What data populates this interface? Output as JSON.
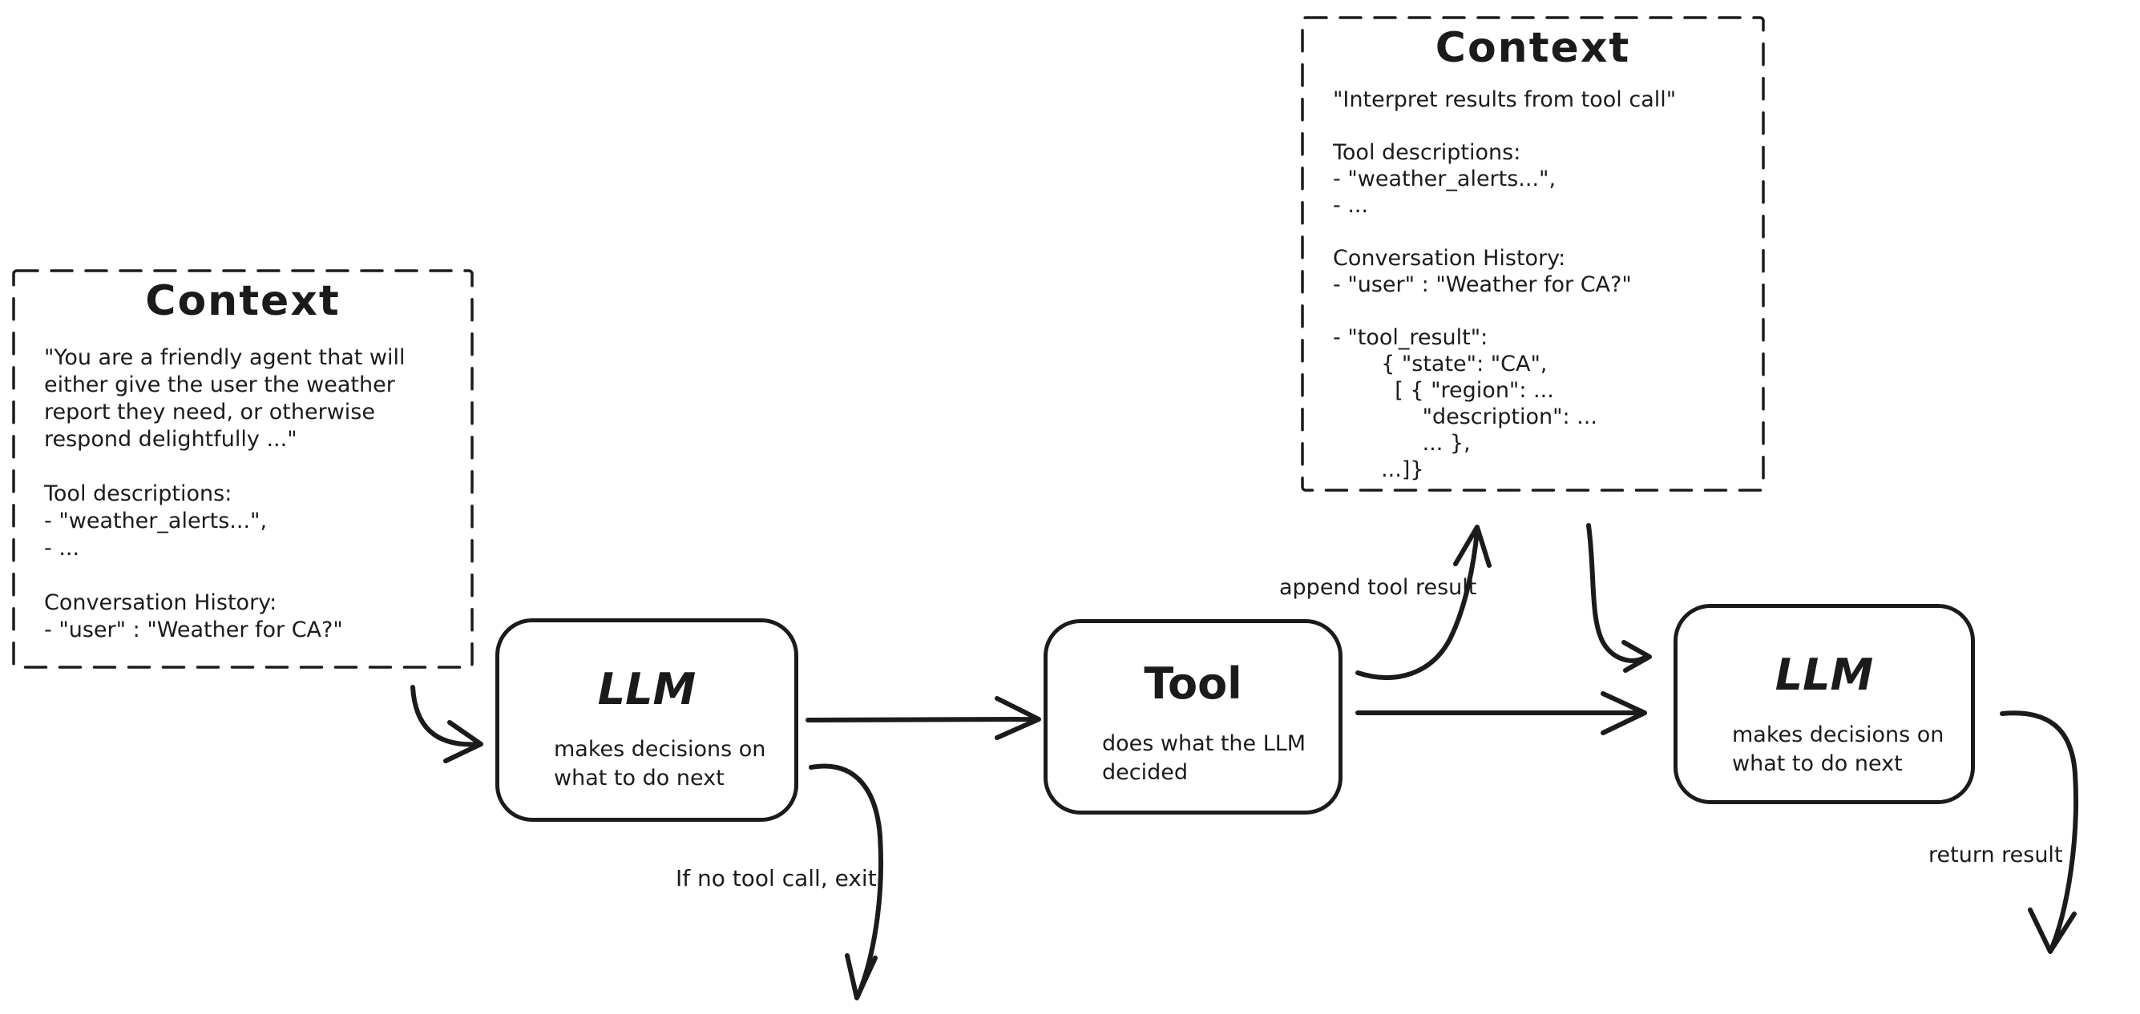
{
  "diagram": {
    "colors": {
      "ink": "#1b1b1b",
      "background": "#ffffff"
    },
    "context_left": {
      "title": "Context",
      "body": [
        "\"You are a friendly agent that will",
        "either give the user the weather",
        "report they need, or otherwise",
        "respond delightfully ...\"",
        "",
        "Tool descriptions:",
        "- \"weather_alerts...\",",
        "- ...",
        "",
        "Conversation History:",
        "- \"user\" : \"Weather for CA?\""
      ]
    },
    "context_right": {
      "title": "Context",
      "body": [
        "\"Interpret results from tool call\"",
        "",
        "Tool descriptions:",
        "- \"weather_alerts...\",",
        "- ...",
        "",
        "Conversation History:",
        "- \"user\" : \"Weather for CA?\"",
        "",
        "- \"tool_result\":",
        "       { \"state\": \"CA\",",
        "         [ { \"region\": ...",
        "             \"description\": ...",
        "             ... },",
        "       ...]}"
      ]
    },
    "nodes": [
      {
        "id": "llm-1",
        "title": "LLM",
        "description": [
          "makes decisions on",
          "what to do next"
        ]
      },
      {
        "id": "tool",
        "title": "Tool",
        "description": [
          "does what the LLM",
          "decided"
        ]
      },
      {
        "id": "llm-2",
        "title": "LLM",
        "description": [
          "makes decisions on",
          "what to do next"
        ]
      }
    ],
    "edge_labels": {
      "append_tool_result": "append tool result",
      "no_tool_call_exit": "If no tool call, exit",
      "return_result": "return result"
    }
  }
}
